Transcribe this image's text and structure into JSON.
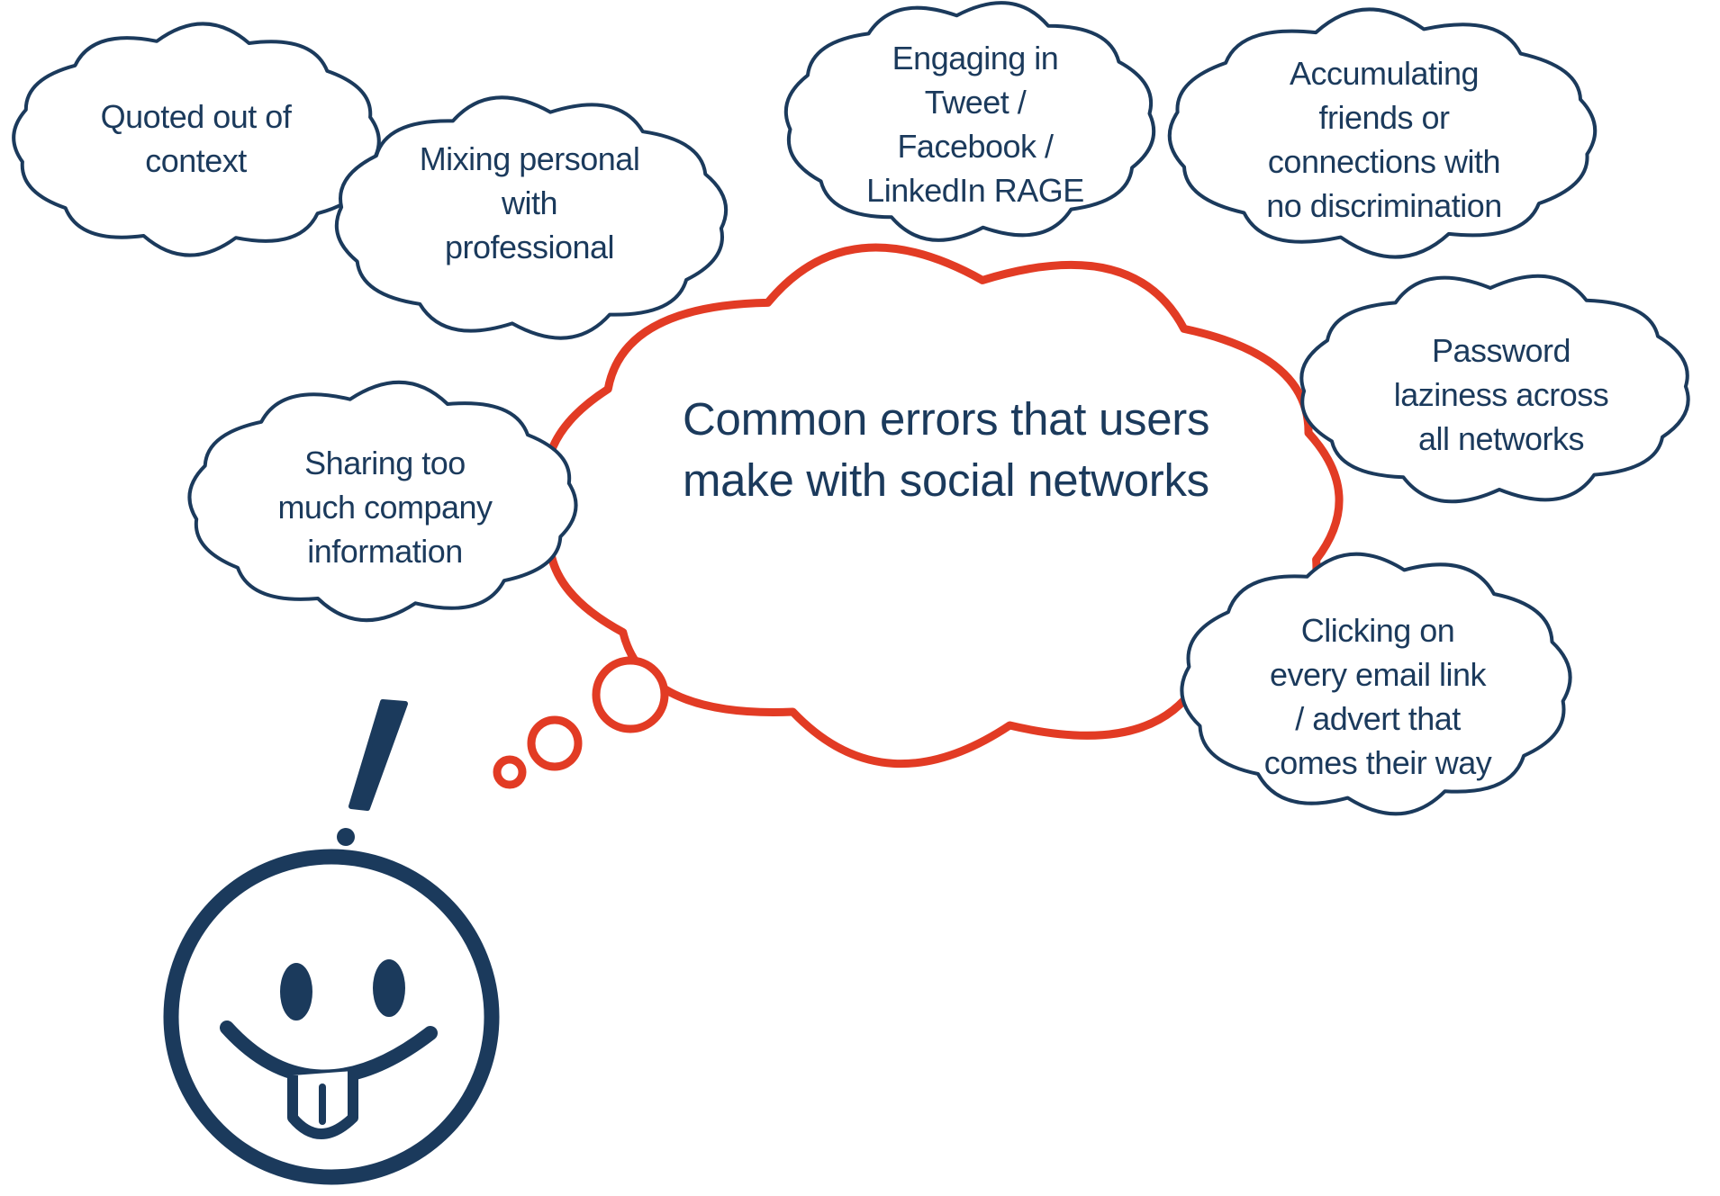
{
  "colors": {
    "main_cloud_stroke": "#e23b24",
    "small_cloud_stroke": "#1b3a5c",
    "text": "#1b3a5c",
    "face": "#1b3a5c",
    "background": "#ffffff"
  },
  "main_bubble": {
    "line1": "Common errors that users",
    "line2": "make with social networks"
  },
  "clouds": [
    {
      "id": "quoted",
      "lines": [
        "Quoted out of",
        "context"
      ]
    },
    {
      "id": "mixing",
      "lines": [
        "Mixing personal",
        "with",
        "professional"
      ]
    },
    {
      "id": "engaging",
      "lines": [
        "Engaging in",
        "Tweet /",
        "Facebook /",
        "LinkedIn RAGE"
      ]
    },
    {
      "id": "accumulating",
      "lines": [
        "Accumulating",
        "friends or",
        "connections with",
        "no discrimination"
      ]
    },
    {
      "id": "password",
      "lines": [
        "Password",
        "laziness across",
        "all networks"
      ]
    },
    {
      "id": "sharing",
      "lines": [
        "Sharing too",
        "much company",
        "information"
      ]
    },
    {
      "id": "clicking",
      "lines": [
        "Clicking on",
        "every email link",
        "/ advert that",
        "comes their way"
      ]
    }
  ],
  "icons": {
    "exclamation": "exclamation-icon",
    "smiley": "smiley-face-icon"
  }
}
